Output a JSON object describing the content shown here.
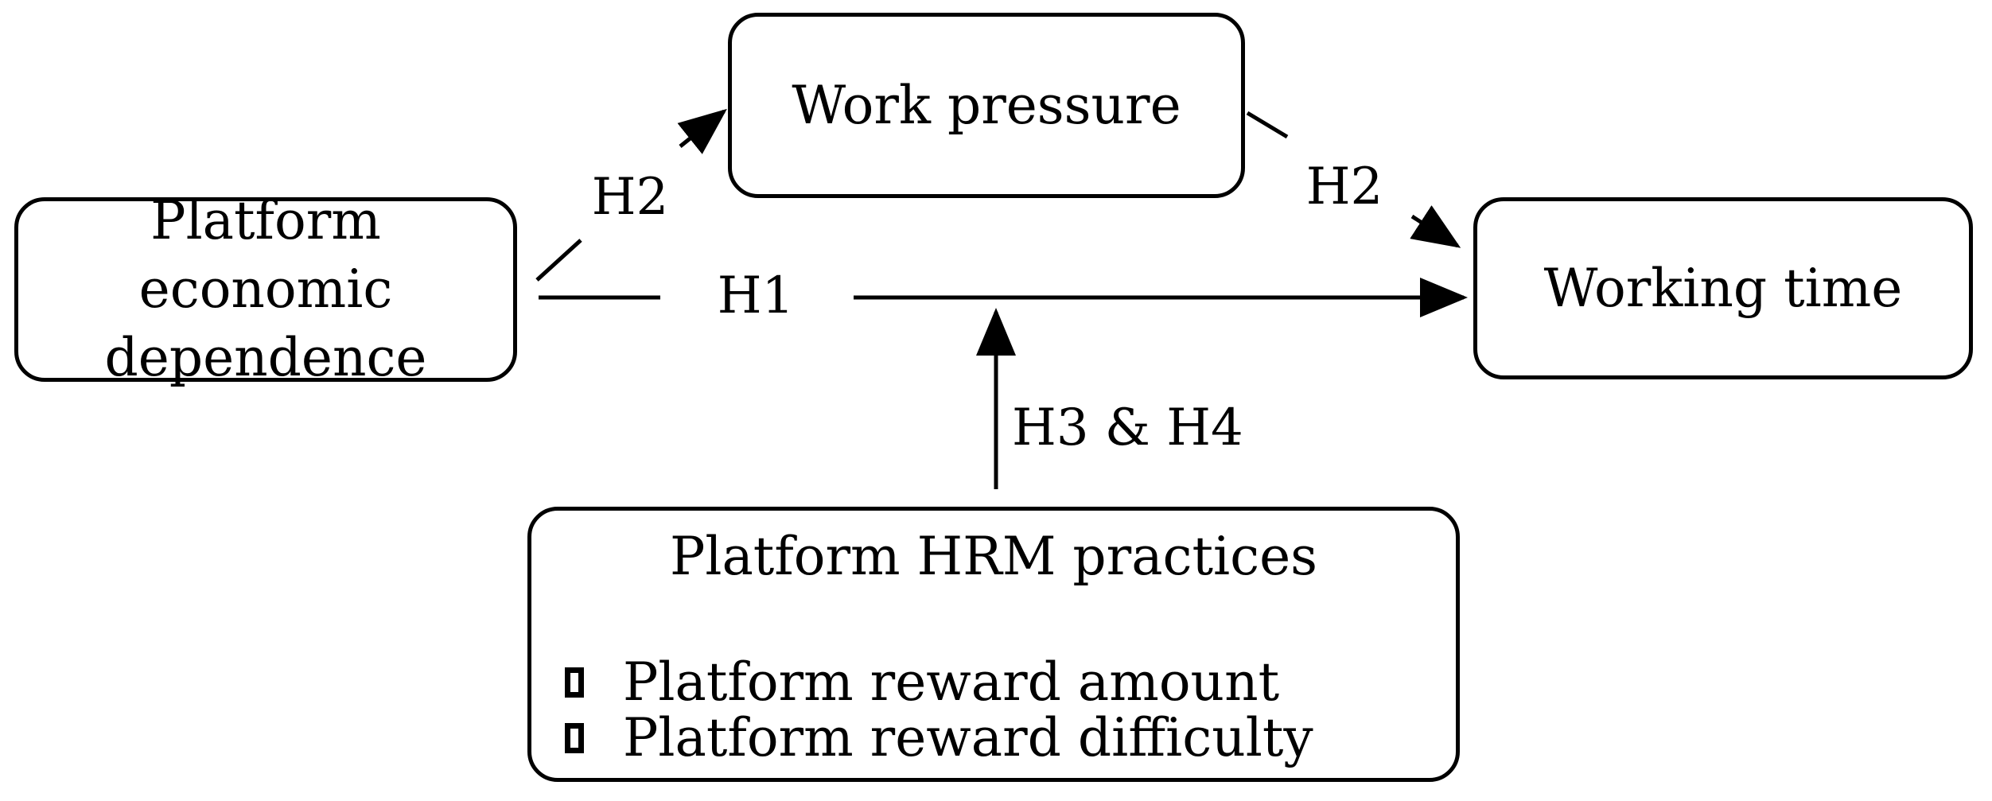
{
  "diagram": {
    "colors": {
      "background": "#ffffff",
      "line": "#000000",
      "text": "#000000",
      "node_fill": "#ffffff"
    },
    "nodes": {
      "platform_economic_dependence": {
        "label": "Platform economic dependence"
      },
      "work_pressure": {
        "label": "Work pressure"
      },
      "working_time": {
        "label": "Working time"
      },
      "platform_hrm_practices": {
        "title": "Platform HRM practices",
        "items": [
          {
            "bullet_icon": "square-bullet-icon",
            "label": "Platform reward amount"
          },
          {
            "bullet_icon": "square-bullet-icon",
            "label": "Platform reward difficulty"
          }
        ]
      }
    },
    "edges": {
      "h1": {
        "label": "H1",
        "from": "platform_economic_dependence",
        "to": "working_time"
      },
      "h2_left": {
        "label": "H2",
        "from": "platform_economic_dependence",
        "to": "work_pressure"
      },
      "h2_right": {
        "label": "H2",
        "from": "work_pressure",
        "to": "working_time"
      },
      "h3_h4": {
        "label": "H3 & H4",
        "from": "platform_hrm_practices",
        "to": "h1"
      }
    }
  }
}
